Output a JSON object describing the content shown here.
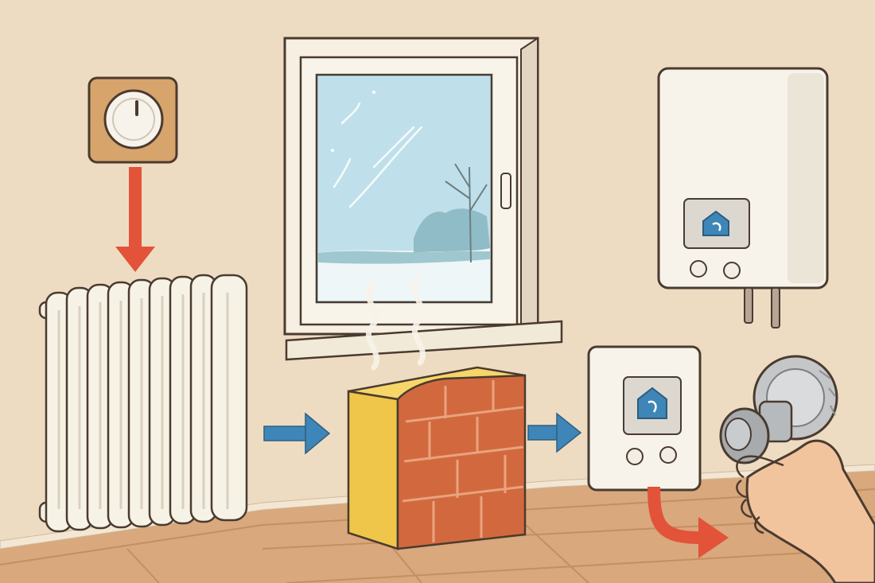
{
  "scene": {
    "wall_color": "#eedcc2",
    "floor_color": "#d9a87c",
    "floor_line_color": "#c48f61",
    "skirting_color": "#f3e6d2",
    "outline_color": "#4a3b30"
  },
  "icons": {
    "wall_dial": "wall-thermostat-dial-icon",
    "radiator": "radiator-icon",
    "window": "window-icon",
    "heat_wave": "heat-wave-icon",
    "insulation_wall": "insulated-brick-wall-icon",
    "boiler": "wall-boiler-icon",
    "smart_thermostat": "smart-thermostat-icon",
    "radiator_valve": "thermostatic-radiator-valve-icon",
    "hand": "hand-icon"
  },
  "arrows": [
    {
      "name": "arrow-dial-to-radiator",
      "color": "#e2533a",
      "direction": "down"
    },
    {
      "name": "arrow-radiator-to-wall",
      "color": "#3f86b8",
      "direction": "right"
    },
    {
      "name": "arrow-wall-to-thermostat",
      "color": "#3f86b8",
      "direction": "right"
    },
    {
      "name": "arrow-thermostat-to-valve",
      "color": "#e2533a",
      "direction": "down-right"
    }
  ],
  "colors": {
    "red_arrow": "#e2533a",
    "blue_arrow": "#3f86b8",
    "brick": "#d2693e",
    "mortar": "#e9a27f",
    "insulation": "#f0c64a",
    "sky": "#bfe0ea",
    "smart_badge": "#3f86b8"
  }
}
